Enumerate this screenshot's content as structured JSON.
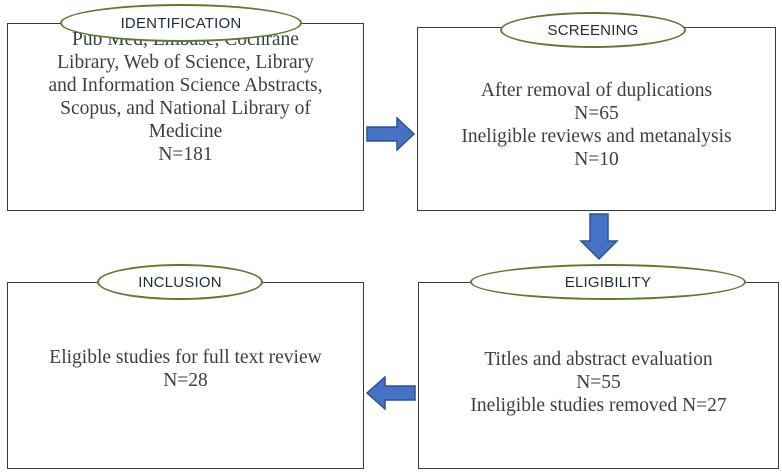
{
  "colors": {
    "arrow_fill": "#4472c4",
    "arrow_stroke": "#2f528f",
    "pill_border": "#5a7a32",
    "box_border": "#3a3a3a",
    "text": "#3a3f44"
  },
  "stages": {
    "identification": {
      "label": "IDENTIFICATION",
      "lines": [
        "Pub Med, Embase, Cochrane",
        "Library, Web of Science, Library",
        "and Information Science Abstracts,",
        "Scopus, and National Library of",
        "Medicine",
        "N=181"
      ]
    },
    "screening": {
      "label": "SCREENING",
      "lines": [
        "After removal of duplications",
        "N=65",
        "Ineligible reviews and metanalysis",
        "N=10"
      ]
    },
    "eligibility": {
      "label": "ELIGIBILITY",
      "lines": [
        "Titles and abstract evaluation",
        "N=55",
        "Ineligible studies removed N=27"
      ]
    },
    "inclusion": {
      "label": "INCLUSION",
      "lines": [
        "Eligible studies for full text review",
        "N=28"
      ]
    }
  }
}
